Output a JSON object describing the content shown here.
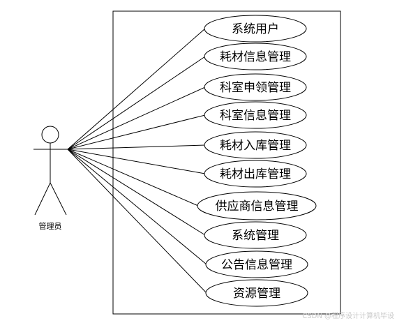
{
  "actor": {
    "label": "管理员"
  },
  "use_cases": [
    {
      "label": "系统用户"
    },
    {
      "label": "耗材信息管理"
    },
    {
      "label": "科室申领管理"
    },
    {
      "label": "科室信息管理"
    },
    {
      "label": "耗材入库管理"
    },
    {
      "label": "耗材出库管理"
    },
    {
      "label": "供应商信息管理"
    },
    {
      "label": "系统管理"
    },
    {
      "label": "公告信息管理"
    },
    {
      "label": "资源管理"
    }
  ],
  "watermark": {
    "text": "CSDN @程序设计计算机毕设"
  }
}
